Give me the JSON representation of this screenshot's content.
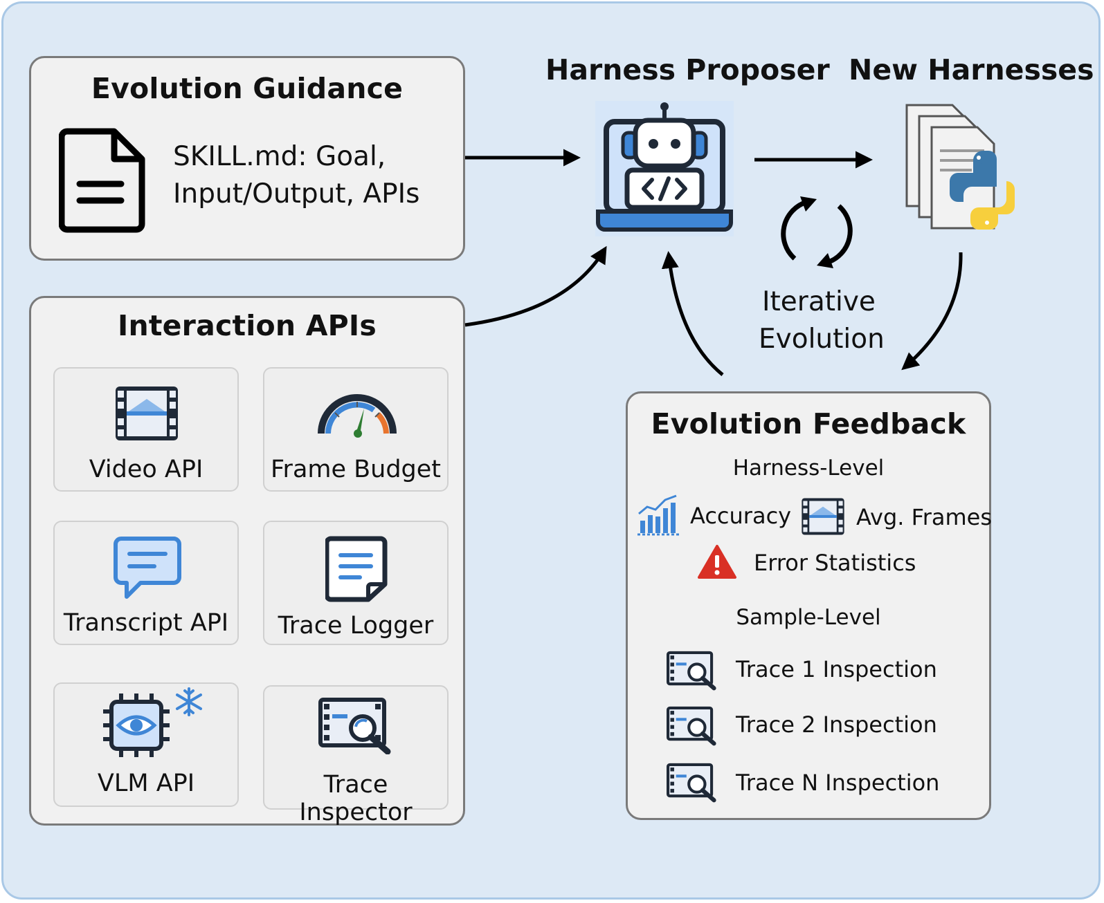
{
  "guidance": {
    "title": "Evolution Guidance",
    "line1": "SKILL.md: Goal,",
    "line2": "Input/Output, APIs"
  },
  "apis": {
    "title": "Interaction APIs",
    "cards": [
      {
        "label": "Video API",
        "icon": "film-icon"
      },
      {
        "label": "Frame Budget",
        "icon": "gauge-icon"
      },
      {
        "label": "Transcript API",
        "icon": "chat-bubble-icon"
      },
      {
        "label": "Trace Logger",
        "icon": "log-document-icon"
      },
      {
        "label": "VLM API",
        "icon": "chip-eye-icon"
      },
      {
        "label": "Trace Inspector",
        "icon": "trace-inspect-icon"
      }
    ]
  },
  "proposer": {
    "title": "Harness Proposer",
    "icon": "robot-laptop-icon"
  },
  "harnesses": {
    "title": "New Harnesses",
    "icon": "python-files-icon"
  },
  "cycle": {
    "line1": "Iterative",
    "line2": "Evolution",
    "icon": "cycle-arrows-icon"
  },
  "feedback": {
    "title": "Evolution Feedback",
    "harness_level": "Harness-Level",
    "accuracy": "Accuracy",
    "avg_frames": "Avg. Frames",
    "errors": "Error Statistics",
    "sample_level": "Sample-Level",
    "traces": [
      "Trace 1 Inspection",
      "Trace 2 Inspection",
      "Trace N Inspection"
    ]
  },
  "colors": {
    "background": "#dde9f5",
    "border": "#a9c8e6",
    "panel": "#f1f1f1",
    "accent_blue": "#3f86d6",
    "dark": "#1f2937",
    "error_red": "#d93025"
  }
}
